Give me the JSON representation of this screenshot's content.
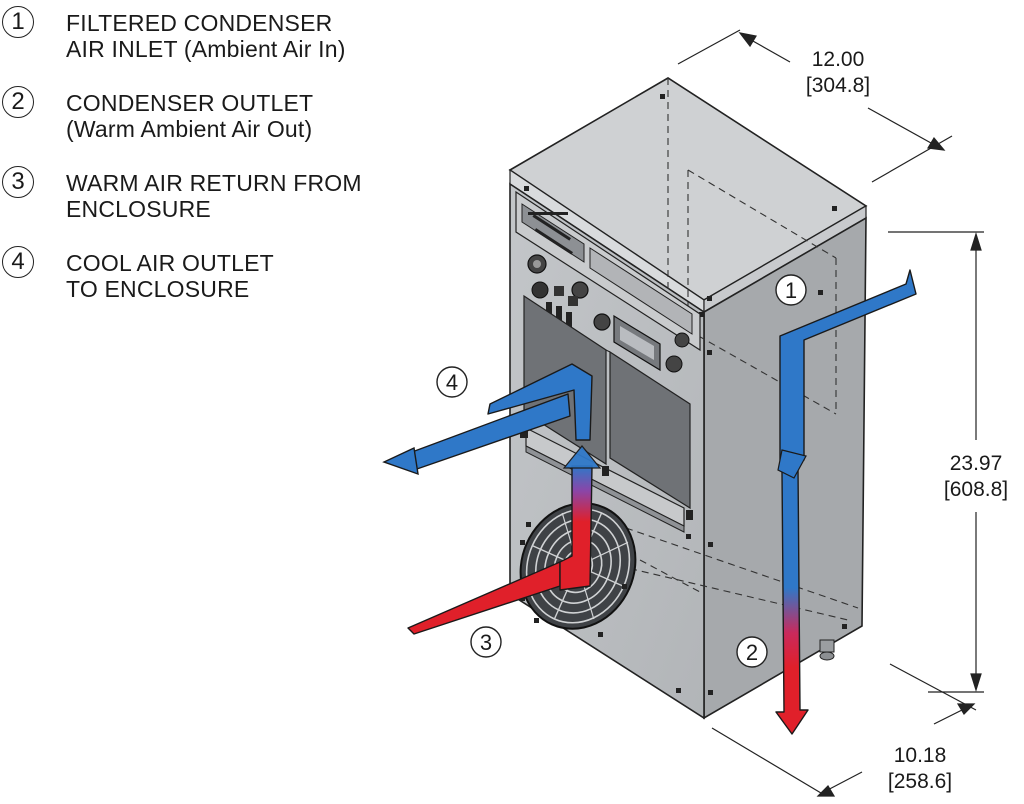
{
  "legend": [
    {
      "num": "1",
      "line1": "FILTERED CONDENSER",
      "line2": "AIR INLET (Ambient Air In)"
    },
    {
      "num": "2",
      "line1": "CONDENSER OUTLET",
      "line2": "(Warm Ambient Air Out)"
    },
    {
      "num": "3",
      "line1": "WARM AIR RETURN FROM",
      "line2": "ENCLOSURE"
    },
    {
      "num": "4",
      "line1": "COOL AIR OUTLET",
      "line2": "TO ENCLOSURE"
    }
  ],
  "dimensions": {
    "depth": {
      "inches": "12.00",
      "mm": "[304.8]"
    },
    "height": {
      "inches": "23.97",
      "mm": "[608.8]"
    },
    "width": {
      "inches": "10.18",
      "mm": "[258.6]"
    }
  },
  "callouts": [
    "1",
    "2",
    "3",
    "4"
  ],
  "colors": {
    "cool": "#2f78c8",
    "warm": "#e0202a",
    "body": "#b9bcbf",
    "side": "#a6a9ac",
    "top": "#cfd1d3"
  }
}
